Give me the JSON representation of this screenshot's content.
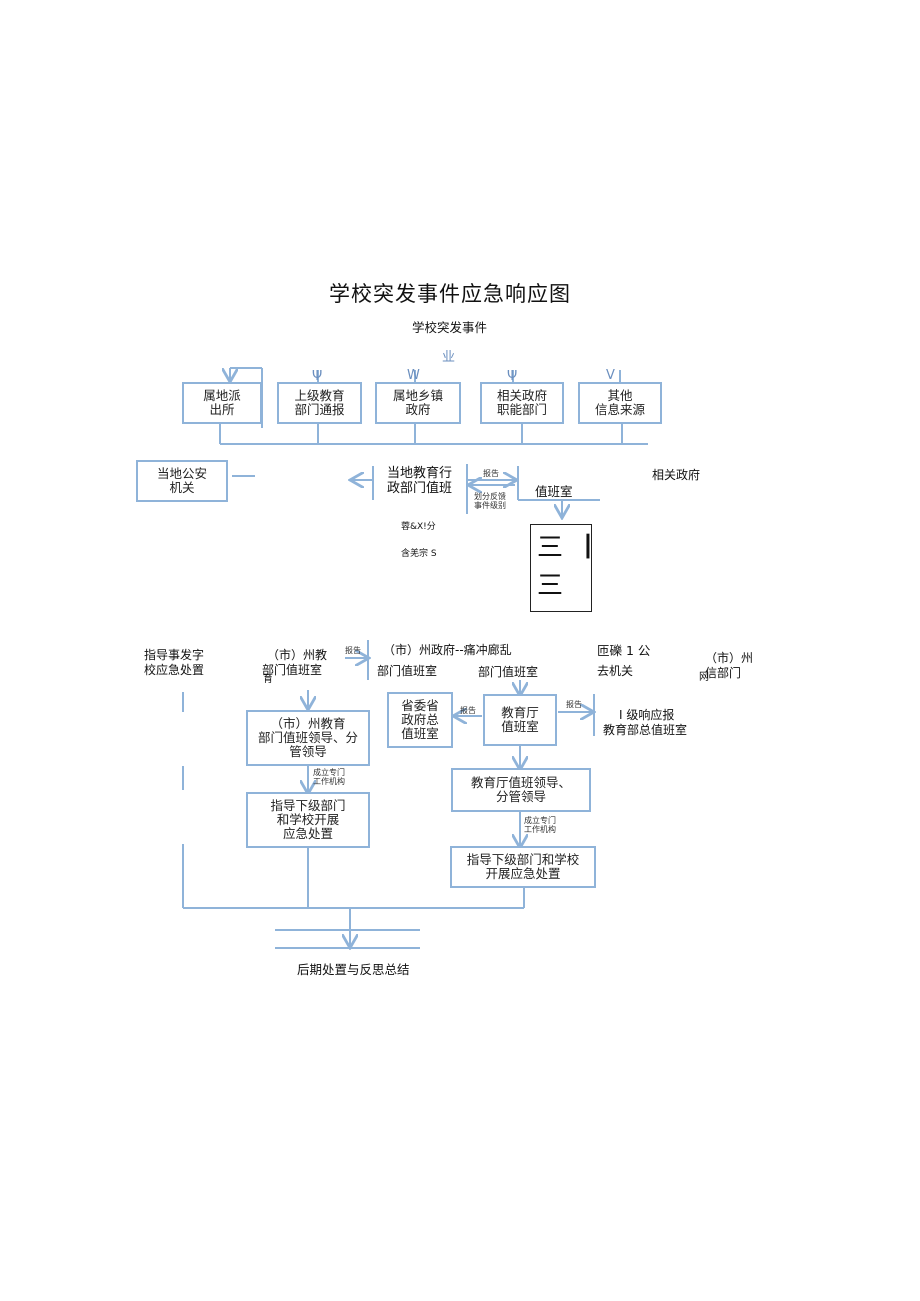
{
  "title": "学校突发事件应急响应图",
  "top_event": "学校突发事件",
  "top_marks": [
    "业",
    "Ψ",
    "W",
    "Ψ",
    "V"
  ],
  "sources": [
    {
      "l1": "属地派",
      "l2": "出所"
    },
    {
      "l1": "上级教育",
      "l2": "部门通报"
    },
    {
      "l1": "属地乡镇",
      "l2": "政府"
    },
    {
      "l1": "相关政府",
      "l2": "职能部门"
    },
    {
      "l1": "其他",
      "l2": "信息来源"
    }
  ],
  "police": {
    "l1": "当地公安",
    "l2": "机关"
  },
  "edu_dept": {
    "l1": "当地教育行",
    "l2": "政部门值班"
  },
  "report_label": "报告",
  "classify_label": {
    "l1": "划分反馈",
    "l2": "事件级别"
  },
  "duty_room": "值班室",
  "related_gov": "相关政府",
  "noise_text1": "蓉&X!分",
  "noise_text2": "含羌宗 S",
  "glyph_box": {
    "g1": "三",
    "g2": "丨",
    "g3": "三"
  },
  "row2": {
    "guide": {
      "l1": "指导事发字",
      "l2": "校应急处置"
    },
    "city_edu": {
      "l1": "（市）州教",
      "l2": "部门值班室",
      "l3": "育"
    },
    "report1": "报告",
    "city_gov": {
      "l1": "（市）州政府--痛冲廊乱",
      "l2": "部门值班室"
    },
    "dept_duty": "部门值班室",
    "public_sec": {
      "l1": "匝礫 1 公",
      "l2": "去机关"
    },
    "city_state": {
      "l1": "（市）州",
      "l2": "信部门",
      "l3": "网"
    }
  },
  "city_box": {
    "l1": "（市）州教育",
    "l2": "部门值班领导、分",
    "l3": "管领导"
  },
  "set_up_label": {
    "l1": "成立专门",
    "l2": "工作机构"
  },
  "guide_box_left": {
    "l1": "指导下级部门",
    "l2": "和学校开展",
    "l3": "应急处置"
  },
  "prov_gov": {
    "l1": "省委省",
    "l2": "政府总",
    "l3": "值班室"
  },
  "edu_hall": {
    "l1": "教育厅",
    "l2": "值班室"
  },
  "level1": {
    "l1": "I 级响应报",
    "l2": "教育部总值班室"
  },
  "edu_hall_lead": {
    "l1": "教育厅值班领导、",
    "l2": "分管领导"
  },
  "guide_box_right": {
    "l1": "指导下级部门和学校",
    "l2": "开展应急处置"
  },
  "final": "后期处置与反思总结"
}
